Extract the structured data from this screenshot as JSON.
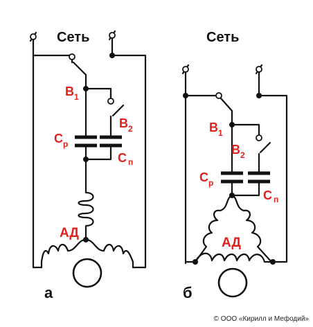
{
  "colors": {
    "wire": "#111111",
    "label_red": "#e0201b",
    "background": "#ffffff"
  },
  "diagram_a": {
    "network_label": "Сеть",
    "switch1": {
      "main": "В",
      "sub": "1"
    },
    "switch2": {
      "main": "В",
      "sub": "2"
    },
    "cap_run": {
      "main": "С",
      "sub": "р"
    },
    "cap_start": {
      "main": "С",
      "sub": "п"
    },
    "motor_label": "АД",
    "caption": "а"
  },
  "diagram_b": {
    "network_label": "Сеть",
    "switch1": {
      "main": "В",
      "sub": "1"
    },
    "switch2": {
      "main": "В",
      "sub": "2"
    },
    "cap_run": {
      "main": "С",
      "sub": "р"
    },
    "cap_start": {
      "main": "С",
      "sub": "п"
    },
    "motor_label": "АД",
    "caption": "б"
  },
  "copyright": "© ООО «Кирилл и Мефодий»"
}
